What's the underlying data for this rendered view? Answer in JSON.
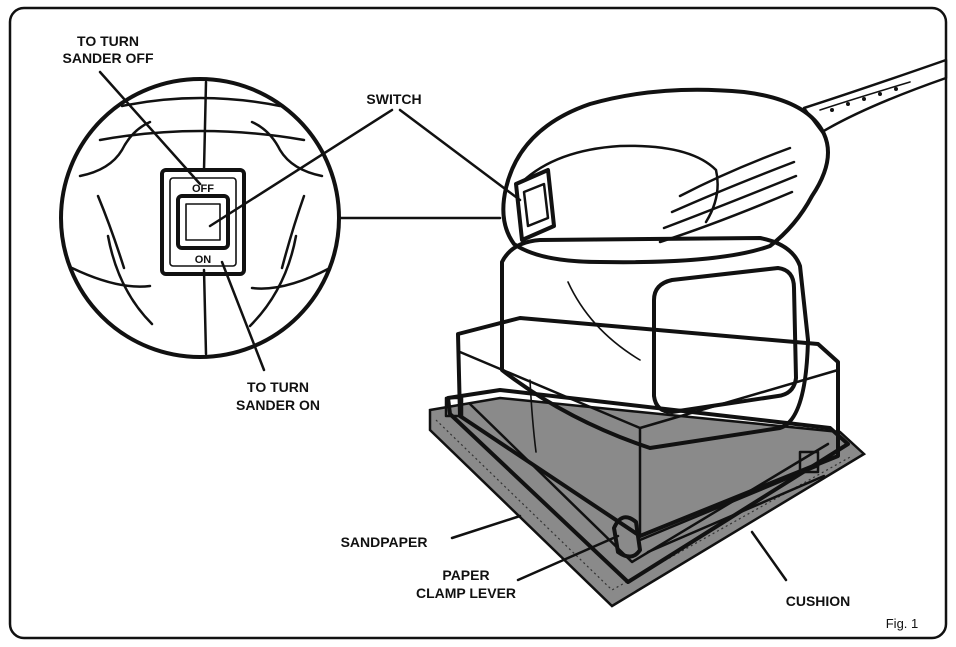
{
  "labels": {
    "off_line1": "TO TURN",
    "off_line2": "SANDER OFF",
    "switch": "SWITCH",
    "on_line1": "TO TURN",
    "on_line2": "SANDER ON",
    "sandpaper": "SANDPAPER",
    "clamp_line1": "PAPER",
    "clamp_line2": "CLAMP LEVER",
    "cushion": "CUSHION",
    "figure_number": "Fig. 1"
  },
  "switch_markings": {
    "top": "OFF",
    "bottom": "ON"
  },
  "colors": {
    "ink": "#111111",
    "paper": "#ffffff",
    "sandpaper_texture": "#555555"
  }
}
